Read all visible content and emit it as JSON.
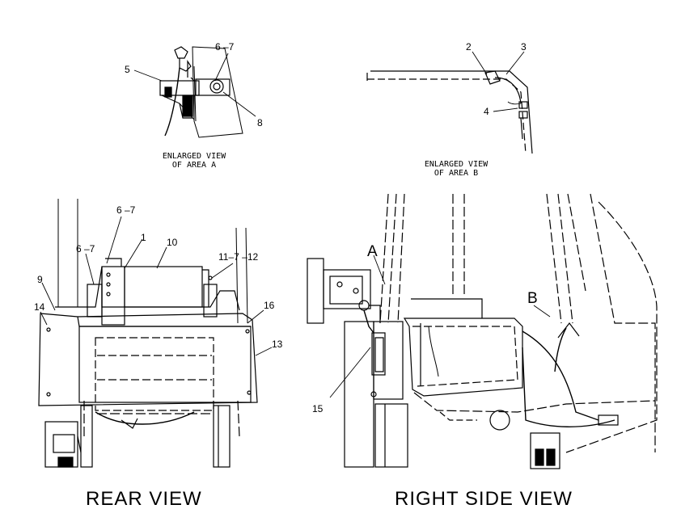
{
  "views": {
    "area_a": {
      "line1": "ENLARGED VIEW",
      "line2": "OF AREA A"
    },
    "area_b": {
      "line1": "ENLARGED VIEW",
      "line2": "OF AREA B"
    },
    "rear": "REAR VIEW",
    "right_side": "RIGHT SIDE VIEW"
  },
  "callouts": {
    "area_a": [
      "5",
      "6 –7",
      "8"
    ],
    "area_b": [
      "2",
      "3",
      "4"
    ],
    "rear": [
      "6 –7",
      "1",
      "10",
      "6 –7",
      "11–7 –12",
      "9",
      "14",
      "16",
      "13"
    ],
    "right_side": [
      "A",
      "B",
      "15"
    ]
  },
  "colors": {
    "ink": "#000000",
    "paper": "#ffffff"
  }
}
